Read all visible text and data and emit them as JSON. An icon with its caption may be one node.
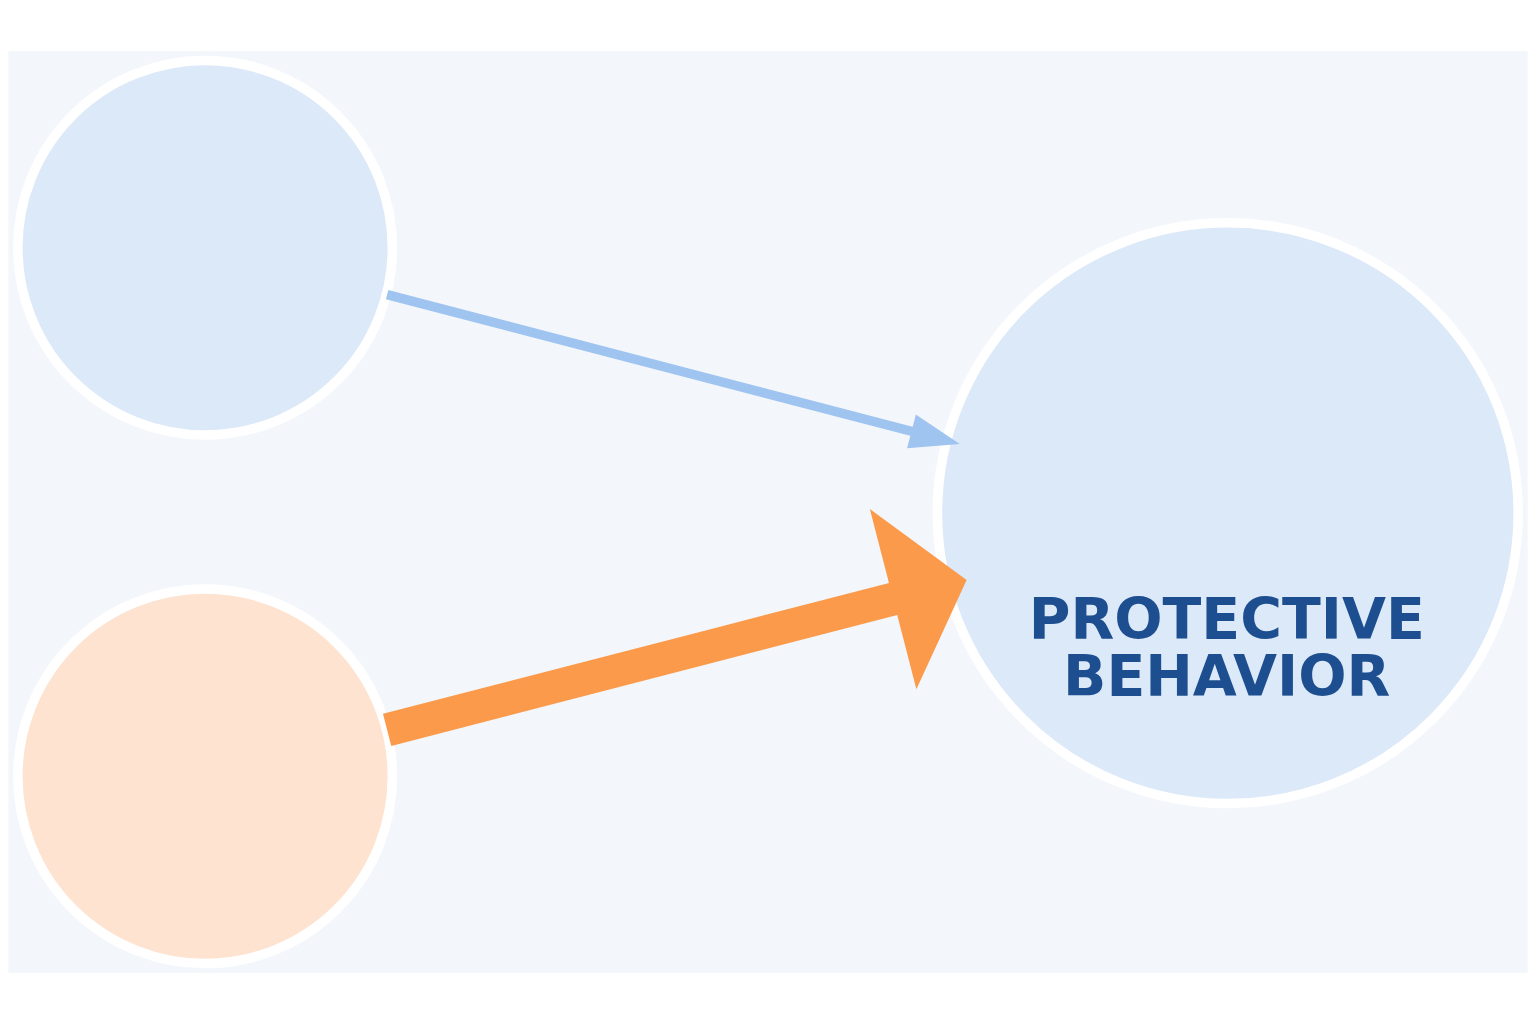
{
  "diagram": {
    "nodes": [
      {
        "text": [],
        "shape": "circle"
      },
      {
        "text": [],
        "shape": "circle"
      },
      {
        "text": [
          "PROTECTIVE BEHAVIOR"
        ]
      }
    ],
    "edges": [
      {
        "from": 0,
        "to": 2,
        "arrow": "to",
        "color": "#9fc4f0"
      },
      {
        "from": 1,
        "to": 2,
        "arrow": "to",
        "style": "thick",
        "color": "#fb9a4b"
      }
    ]
  }
}
